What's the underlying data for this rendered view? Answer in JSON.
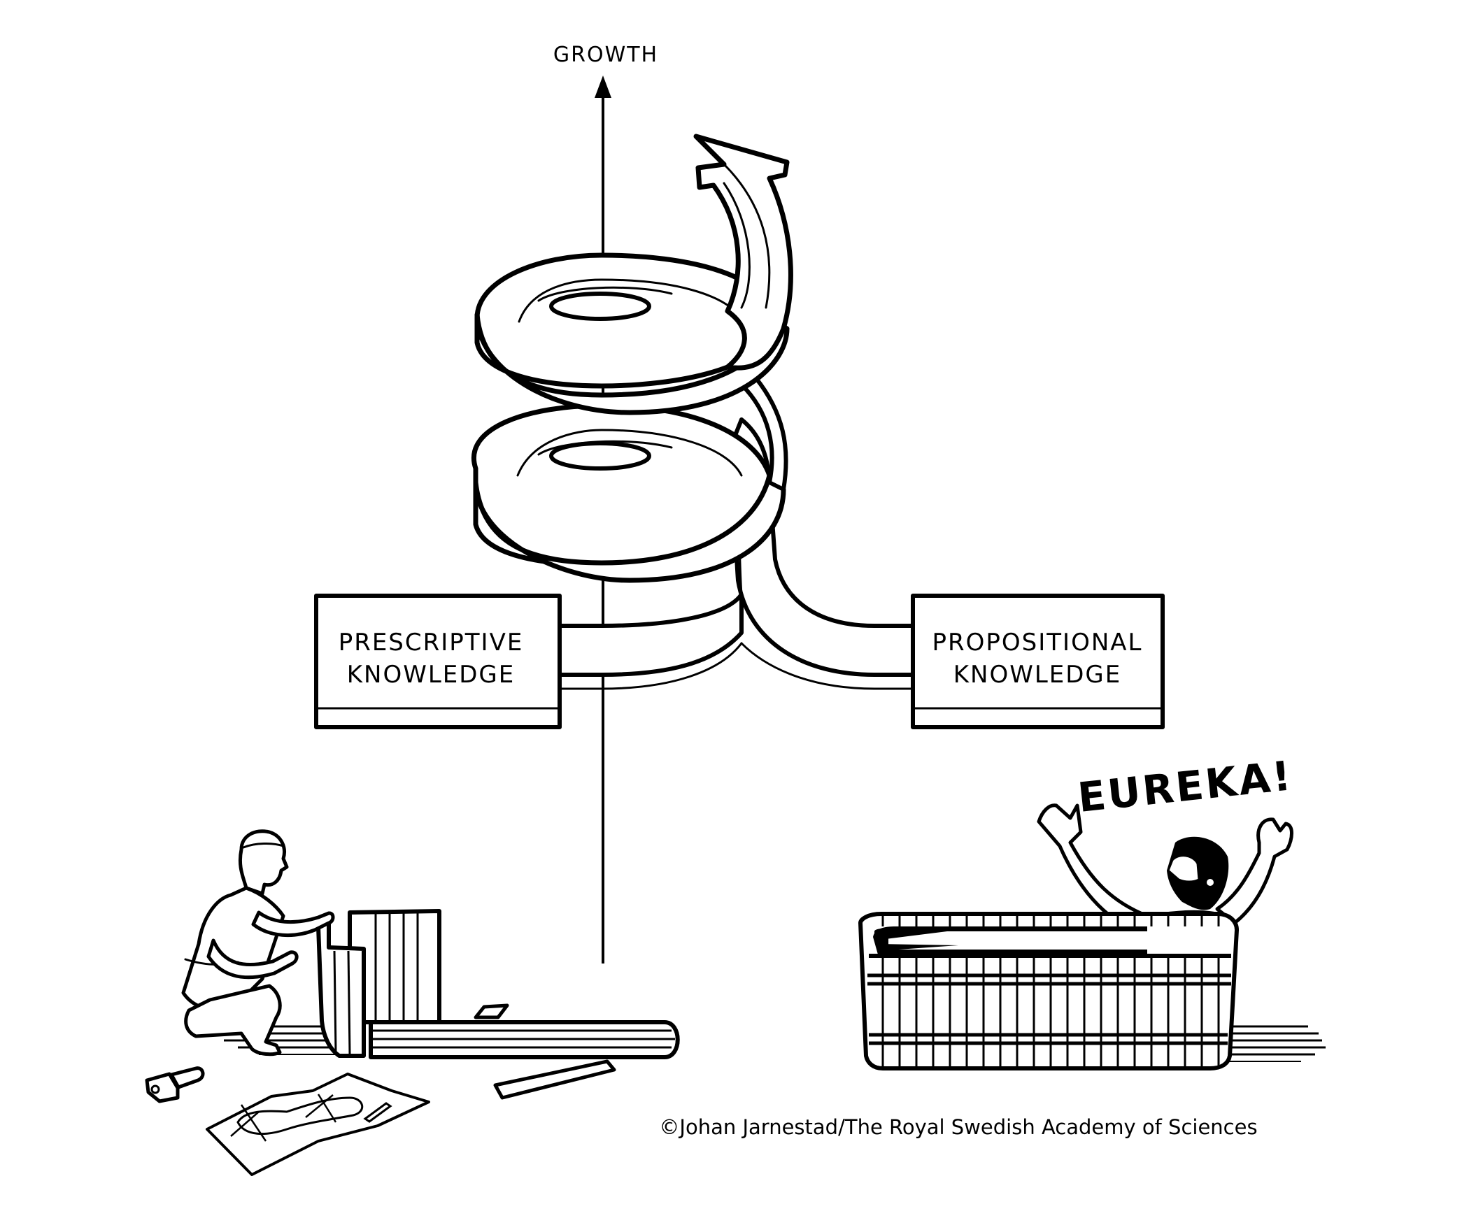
{
  "diagram": {
    "axis": {
      "label": "GROWTH"
    },
    "left_box": {
      "line1": "PRESCRIPTIVE",
      "line2": "KNOWLEDGE"
    },
    "right_box": {
      "line1": "PROPOSITIONAL",
      "line2": "KNOWLEDGE"
    },
    "exclamation": "EUREKA!",
    "credit": "©Johan Jarnestad/The Royal Swedish Academy of Sciences"
  },
  "illustrations": {
    "left_scene": "craftsman-building-wooden-tub",
    "right_scene": "archimedes-in-bathtub"
  },
  "colors": {
    "ink": "#000000",
    "paper": "#ffffff"
  }
}
